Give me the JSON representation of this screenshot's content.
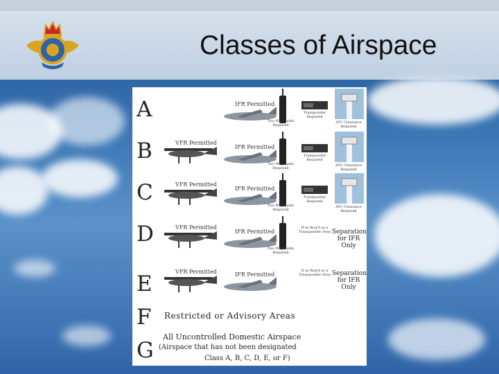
{
  "slide": {
    "title": "Classes of Airspace"
  },
  "chart": {
    "rows": [
      {
        "letter": "A",
        "vfr": "",
        "ifr": "IFR Permitted",
        "radio": "Two Way Radio Required",
        "transponder": "Transponder Required",
        "atc": "ATC Clearance Required"
      },
      {
        "letter": "B",
        "vfr": "VFR Permitted",
        "ifr": "IFR Permitted",
        "radio": "Two Way Radio Required",
        "transponder": "Transponder Required",
        "atc": "ATC Clearance Required"
      },
      {
        "letter": "C",
        "vfr": "VFR Permitted",
        "ifr": "IFR Permitted",
        "radio": "Two Way Radio Required",
        "transponder": "Transponder Required",
        "atc": "ATC Clearance Required"
      },
      {
        "letter": "D",
        "vfr": "VFR Permitted",
        "ifr": "IFR Permitted",
        "radio": "Two Way Radio Required",
        "transponder": "If as Req'd as a Transponder Area",
        "separation": "Separation for IFR Only"
      },
      {
        "letter": "E",
        "vfr": "VFR Permitted",
        "ifr": "IFR Permitted",
        "radio": "",
        "transponder": "If as Req'd as a Transponder Area",
        "separation": "Separation for IFR Only"
      }
    ],
    "f_letter": "F",
    "f_text": "Restricted or Advisory Areas",
    "g_letter": "G",
    "g_text_1": "All Uncontrolled Domestic Airspace",
    "g_text_2": "(Airspace that has not been designated",
    "g_text_3": "Class A, B, C, D, E, or F)"
  },
  "colors": {
    "sky_top": "#1f4f8c",
    "panel": "#ffffff"
  }
}
